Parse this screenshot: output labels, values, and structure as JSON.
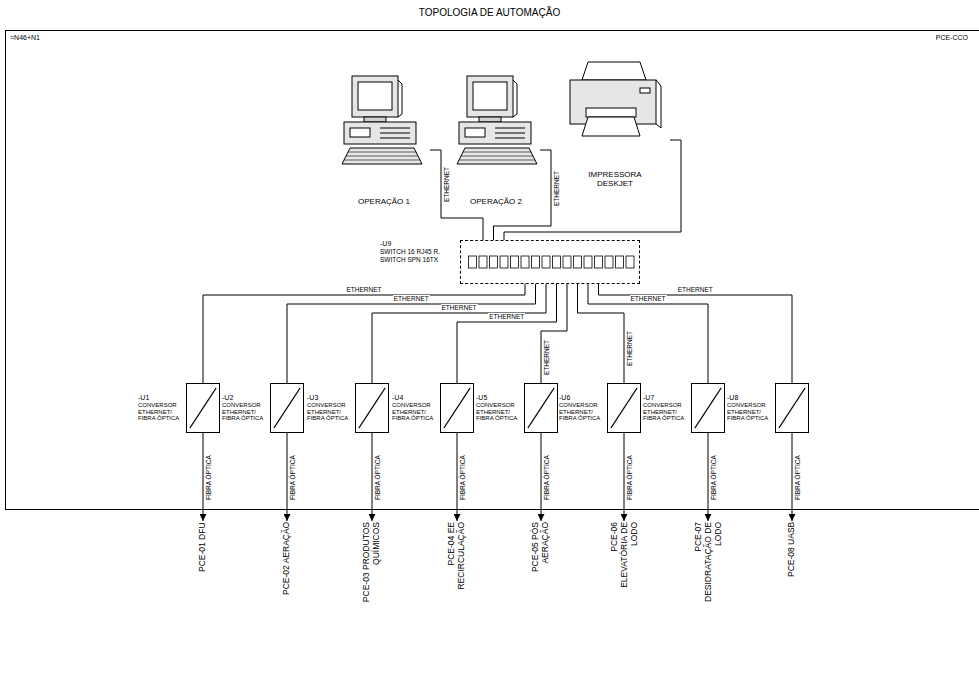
{
  "diagram": {
    "title": "TOPOLOGIA DE AUTOMAÇÃO",
    "nodes": [
      {
        "text": [
          "=N46+N1",
          "PCE-CCO"
        ]
      },
      {
        "text": [
          "OPERAÇÃO 1"
        ],
        "in": 0
      },
      {
        "text": [
          "OPERAÇÃO 2"
        ],
        "in": 0
      },
      {
        "text": [
          "IMPRESSORA DESKJET"
        ],
        "in": 0
      },
      {
        "text": [
          "-U9",
          "SWITCH 16 RJ45 R. SWITCH SPN 16TX"
        ],
        "in": 0
      },
      {
        "text": [
          "-U1",
          "CONVERSOR ETHERNET/ FIBRA ÓPTICA"
        ],
        "in": 0
      },
      {
        "text": [
          "-U2",
          "CONVERSOR ETHERNET/ FIBRA ÓPTICA"
        ],
        "in": 0
      },
      {
        "text": [
          "-U3",
          "CONVERSOR ETHERNET/ FIBRA ÓPTICA"
        ],
        "in": 0
      },
      {
        "text": [
          "-U4",
          "CONVERSOR ETHERNET/ FIBRA ÓPTICA"
        ],
        "in": 0
      },
      {
        "text": [
          "-U5",
          "CONVERSOR ETHERNET/ FIBRA ÓPTICA"
        ],
        "in": 0
      },
      {
        "text": [
          "-U6",
          "CONVERSOR ETHERNET/ FIBRA ÓPTICA"
        ],
        "in": 0
      },
      {
        "text": [
          "-U7",
          "CONVERSOR ETHERNET/ FIBRA ÓPTICA"
        ],
        "in": 0
      },
      {
        "text": [
          "-U8",
          "CONVERSOR ETHERNET/ FIBRA ÓPTICA"
        ],
        "in": 0
      },
      {
        "text": [
          "PCE-01 DFU"
        ]
      },
      {
        "text": [
          "PCE-02 AERAÇÃO"
        ]
      },
      {
        "text": [
          "PCE-03 PRODUTOS QUÍMICOS"
        ]
      },
      {
        "text": [
          "PCE-04 EE RECIRCULAÇÃO"
        ]
      },
      {
        "text": [
          "PCE-05 PÓS AERAÇÃO"
        ]
      },
      {
        "text": [
          "PCE-06 ELEVATÓRIA DE LODO"
        ]
      },
      {
        "text": [
          "PCE-07 DESIDRATAÇÃO DE LODO"
        ]
      },
      {
        "text": [
          "PCE-08 UASB"
        ]
      }
    ],
    "edges": [
      {
        "from": 1,
        "to": 4,
        "arrow": "none",
        "label": "ETHERNET"
      },
      {
        "from": 2,
        "to": 4,
        "arrow": "none",
        "label": "ETHERNET"
      },
      {
        "from": 3,
        "to": 4,
        "arrow": "none"
      },
      {
        "from": 4,
        "to": 5,
        "arrow": "none",
        "label": "ETHERNET"
      },
      {
        "from": 4,
        "to": 6,
        "arrow": "none",
        "label": "ETHERNET"
      },
      {
        "from": 4,
        "to": 7,
        "arrow": "none",
        "label": "ETHERNET"
      },
      {
        "from": 4,
        "to": 8,
        "arrow": "none",
        "label": "ETHERNET"
      },
      {
        "from": 4,
        "to": 9,
        "arrow": "none",
        "label": "ETHERNET"
      },
      {
        "from": 4,
        "to": 10,
        "arrow": "none",
        "label": "ETHERNET"
      },
      {
        "from": 4,
        "to": 11,
        "arrow": "none",
        "label": "ETHERNET"
      },
      {
        "from": 4,
        "to": 12,
        "arrow": "none",
        "label": "ETHERNET"
      },
      {
        "from": 5,
        "to": 13,
        "arrow": "to",
        "label": "FIBRA ÓPTICA"
      },
      {
        "from": 6,
        "to": 14,
        "arrow": "to",
        "label": "FIBRA ÓPTICA"
      },
      {
        "from": 7,
        "to": 15,
        "arrow": "to",
        "label": "FIBRA ÓPTICA"
      },
      {
        "from": 8,
        "to": 16,
        "arrow": "to",
        "label": "FIBRA ÓPTICA"
      },
      {
        "from": 9,
        "to": 17,
        "arrow": "to",
        "label": "FIBRA ÓPTICA"
      },
      {
        "from": 10,
        "to": 18,
        "arrow": "to",
        "label": "FIBRA ÓPTICA"
      },
      {
        "from": 11,
        "to": 19,
        "arrow": "to",
        "label": "FIBRA ÓPTICA"
      },
      {
        "from": 12,
        "to": 20,
        "arrow": "to",
        "label": "FIBRA ÓPTICA"
      }
    ]
  }
}
